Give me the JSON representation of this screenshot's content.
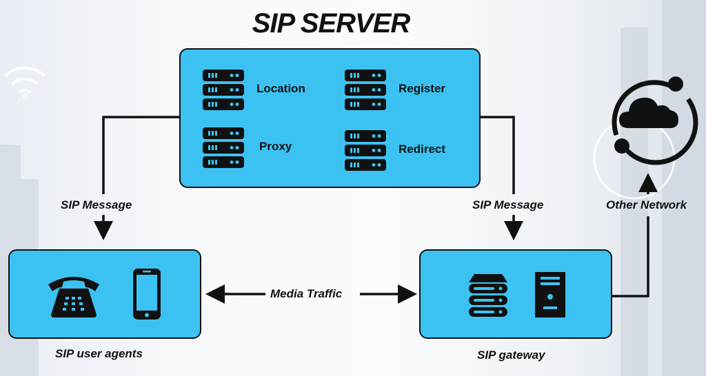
{
  "title": "SIP SERVER",
  "server": {
    "items": [
      {
        "label": "Location",
        "icon": "server-rack-icon"
      },
      {
        "label": "Register",
        "icon": "server-rack-icon"
      },
      {
        "label": "Proxy",
        "icon": "server-rack-icon"
      },
      {
        "label": "Redirect",
        "icon": "server-rack-icon"
      }
    ]
  },
  "edges": {
    "left_message": "SIP Message",
    "right_message": "SIP Message",
    "media": "Media Traffic",
    "other_network": "Other Network"
  },
  "nodes": {
    "user_agents": "SIP user agents",
    "gateway": "SIP gateway"
  },
  "colors": {
    "box_fill": "#3cc2f2",
    "stroke": "#111111"
  }
}
